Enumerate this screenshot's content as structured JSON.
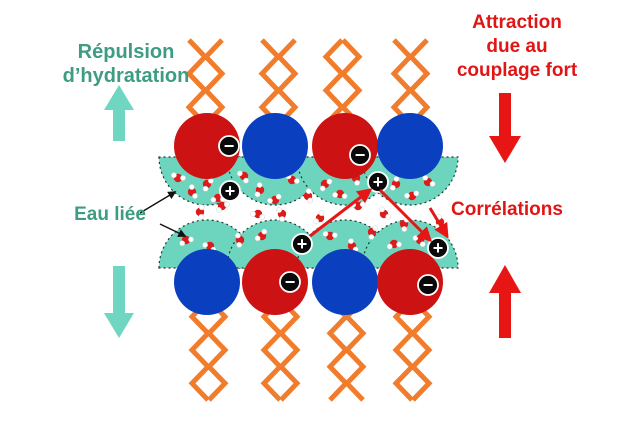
{
  "labels": {
    "hydration_repulsion": [
      "Répulsion",
      "d’hydratation"
    ],
    "strong_coupling_attraction": [
      "Attraction",
      "due au",
      "couplage fort"
    ],
    "bound_water": "Eau liée",
    "correlations": "Corrélations"
  },
  "ion_signs": {
    "negative": "−",
    "positive": "+"
  },
  "colors": {
    "lipid_tail": "#f07c2c",
    "anionic_head": "#cc1212",
    "neutral_head": "#0a3fbf",
    "hydration_layer": "#6dd5bd",
    "repulsion": "#6fd6c2",
    "attraction": "#e81515",
    "water_oxygen": "#dd1b1b",
    "water_hydrogen": "#ffffff"
  }
}
